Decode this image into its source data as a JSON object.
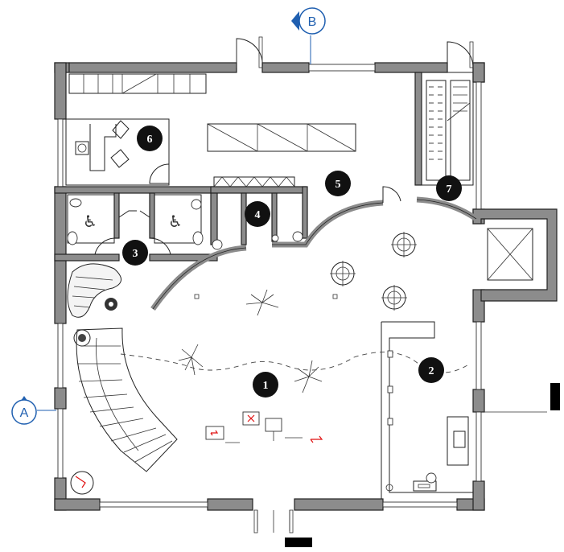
{
  "section_markers": {
    "a": {
      "label": "A"
    },
    "b": {
      "label": "B"
    }
  },
  "room_markers": [
    {
      "label": "1"
    },
    {
      "label": "2"
    },
    {
      "label": "3"
    },
    {
      "label": "4"
    },
    {
      "label": "5"
    },
    {
      "label": "6"
    },
    {
      "label": "7"
    }
  ],
  "colors": {
    "wall_fill": "#8c8c8c",
    "section_marker": "#1f5fb0",
    "room_marker": "#111111",
    "accent_fixture": "#e01010"
  }
}
